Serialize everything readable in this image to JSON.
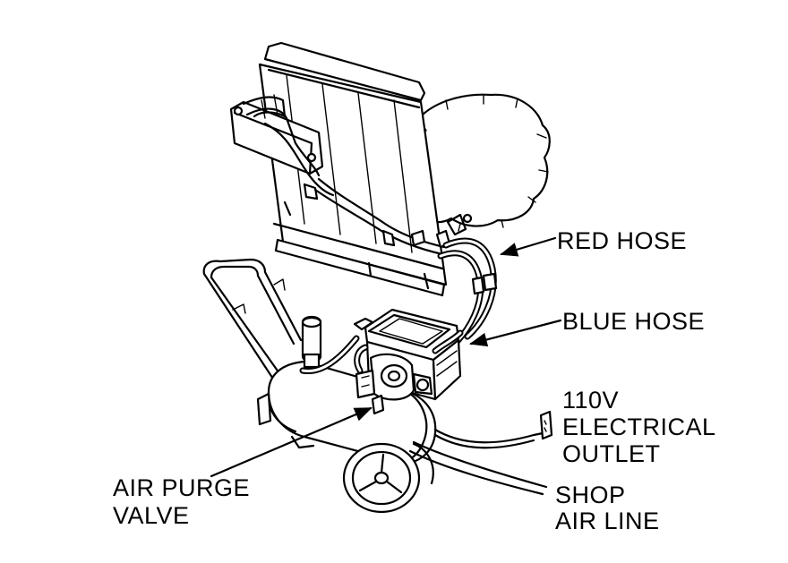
{
  "labels": {
    "red_hose": "RED HOSE",
    "blue_hose": "BLUE HOSE",
    "outlet_line1": "110V",
    "outlet_line2": "ELECTRICAL",
    "outlet_line3": "OUTLET",
    "purge_line1": "AIR PURGE",
    "purge_line2": "VALVE",
    "shop_line1": "SHOP",
    "shop_line2": "AIR LINE"
  },
  "colors": {
    "ink": "#000000",
    "paper": "#ffffff"
  }
}
